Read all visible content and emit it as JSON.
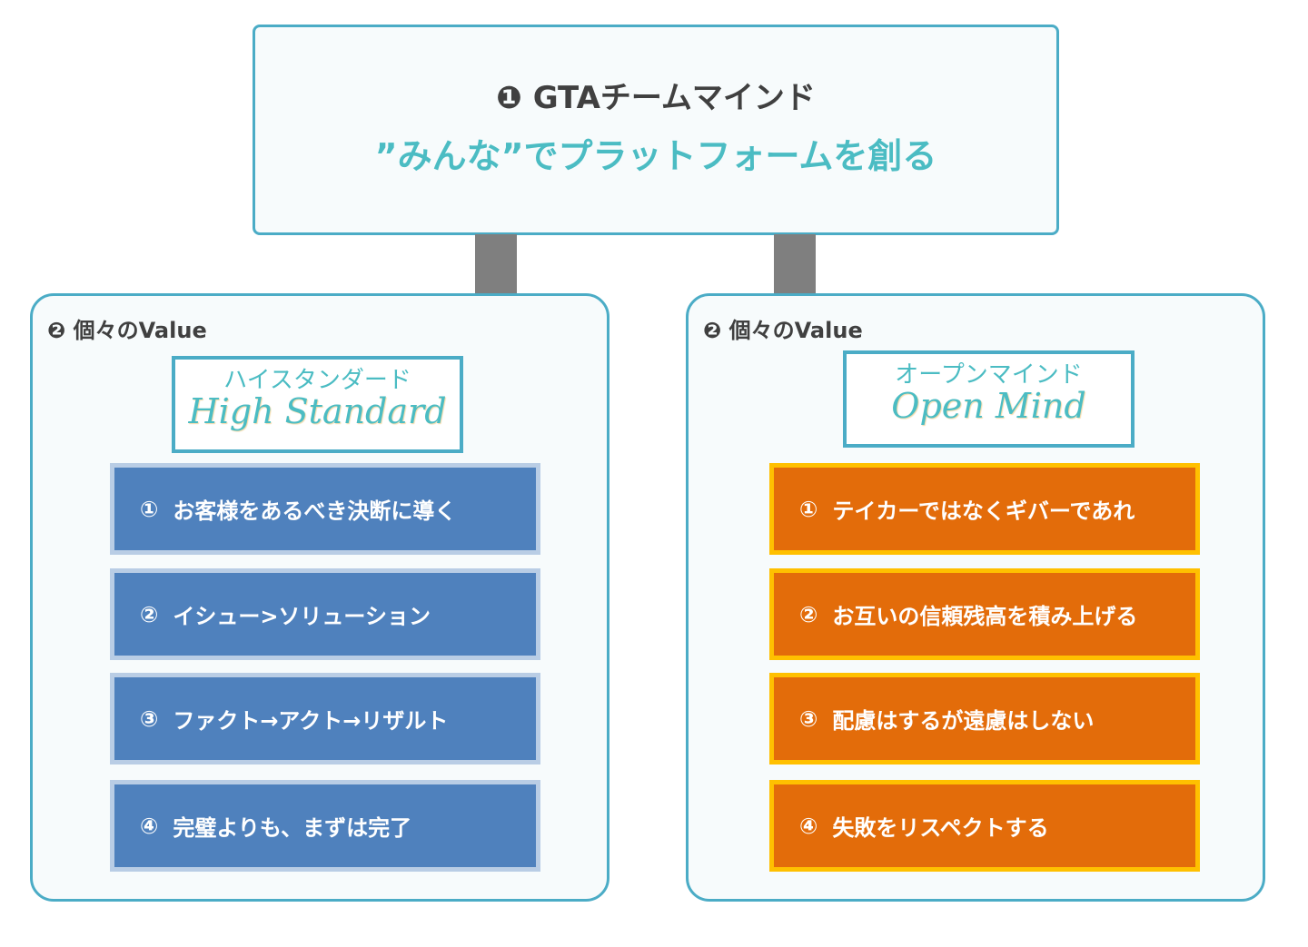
{
  "header": {
    "number": "❶",
    "title": "GTAチームマインド",
    "subtitle": "”みんな”でプラットフォームを創る"
  },
  "left": {
    "label": "❷ 個々のValue",
    "logo_jp": "ハイスタンダード",
    "logo_en": "High Standard",
    "items": [
      {
        "num": "①",
        "text": "お客様をあるべき決断に導く"
      },
      {
        "num": "②",
        "text": "イシュー>ソリューション"
      },
      {
        "num": "③",
        "text": "ファクト→アクト→リザルト"
      },
      {
        "num": "④",
        "text": "完璧よりも、まずは完了"
      }
    ]
  },
  "right": {
    "label": "❷ 個々のValue",
    "logo_jp": "オープンマインド",
    "logo_en": "Open Mind",
    "items": [
      {
        "num": "①",
        "text": "テイカーではなくギバーであれ"
      },
      {
        "num": "②",
        "text": "お互いの信頼残高を積み上げる"
      },
      {
        "num": "③",
        "text": "配慮はするが遠慮はしない"
      },
      {
        "num": "④",
        "text": "失敗をリスペクトする"
      }
    ]
  }
}
